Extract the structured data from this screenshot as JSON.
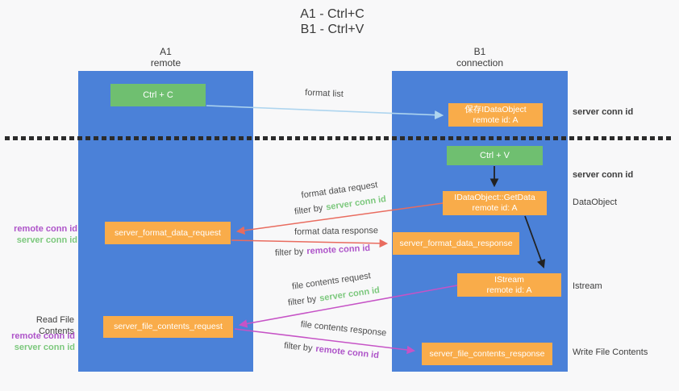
{
  "title": {
    "line1": "A1 - Ctrl+C",
    "line2": "B1 - Ctrl+V"
  },
  "columns": {
    "a1": {
      "name": "A1",
      "subtitle": "remote"
    },
    "b1": {
      "name": "B1",
      "subtitle": "connection"
    }
  },
  "nodes": {
    "ctrl_c": {
      "label": "Ctrl + C"
    },
    "save_idataobject": {
      "line1": "保存IDataObject",
      "line2": "remote id: A"
    },
    "ctrl_v": {
      "label": "Ctrl + V"
    },
    "getdata": {
      "line1": "IDataObject::GetData",
      "line2": "remote id: A"
    },
    "format_request": {
      "label": "server_format_data_request"
    },
    "format_response": {
      "label": "server_format_data_response"
    },
    "istream": {
      "line1": "IStream",
      "line2": "remote id: A"
    },
    "file_request": {
      "label": "server_file_contents_request"
    },
    "file_response": {
      "label": "server_file_contents_response"
    }
  },
  "edge_labels": {
    "format_list": "format list",
    "format_data_request": "format data request",
    "format_data_response": "format data response",
    "file_contents_request": "file contents request",
    "file_contents_response": "file contents response",
    "filter_by": "filter by",
    "server_conn_id": "server conn id",
    "remote_conn_id": "remote conn id"
  },
  "side_labels": {
    "server_conn_id_top": "server conn id",
    "server_conn_id_mid": "server conn id",
    "dataobject": "DataObject",
    "istream": "Istream",
    "write_file_contents": "Write File Contents",
    "remote_conn_id_left1": "remote conn id",
    "server_conn_id_left1": "server conn id",
    "read_file_contents": "Read File Contents",
    "remote_conn_id_left2": "remote conn id",
    "server_conn_id_left2": "server conn id"
  },
  "colors": {
    "column_blue": "#4b81d8",
    "box_green": "#6fbf70",
    "box_orange": "#f9ac4a",
    "arrow_light_blue": "#aed5ef",
    "arrow_red": "#e96c5f",
    "arrow_magenta": "#c653c6",
    "arrow_black": "#222222",
    "label_green": "#7cc87d",
    "label_purple": "#ae54c9",
    "dotted_line": "#2b2b2b",
    "background": "#f8f8f9"
  }
}
